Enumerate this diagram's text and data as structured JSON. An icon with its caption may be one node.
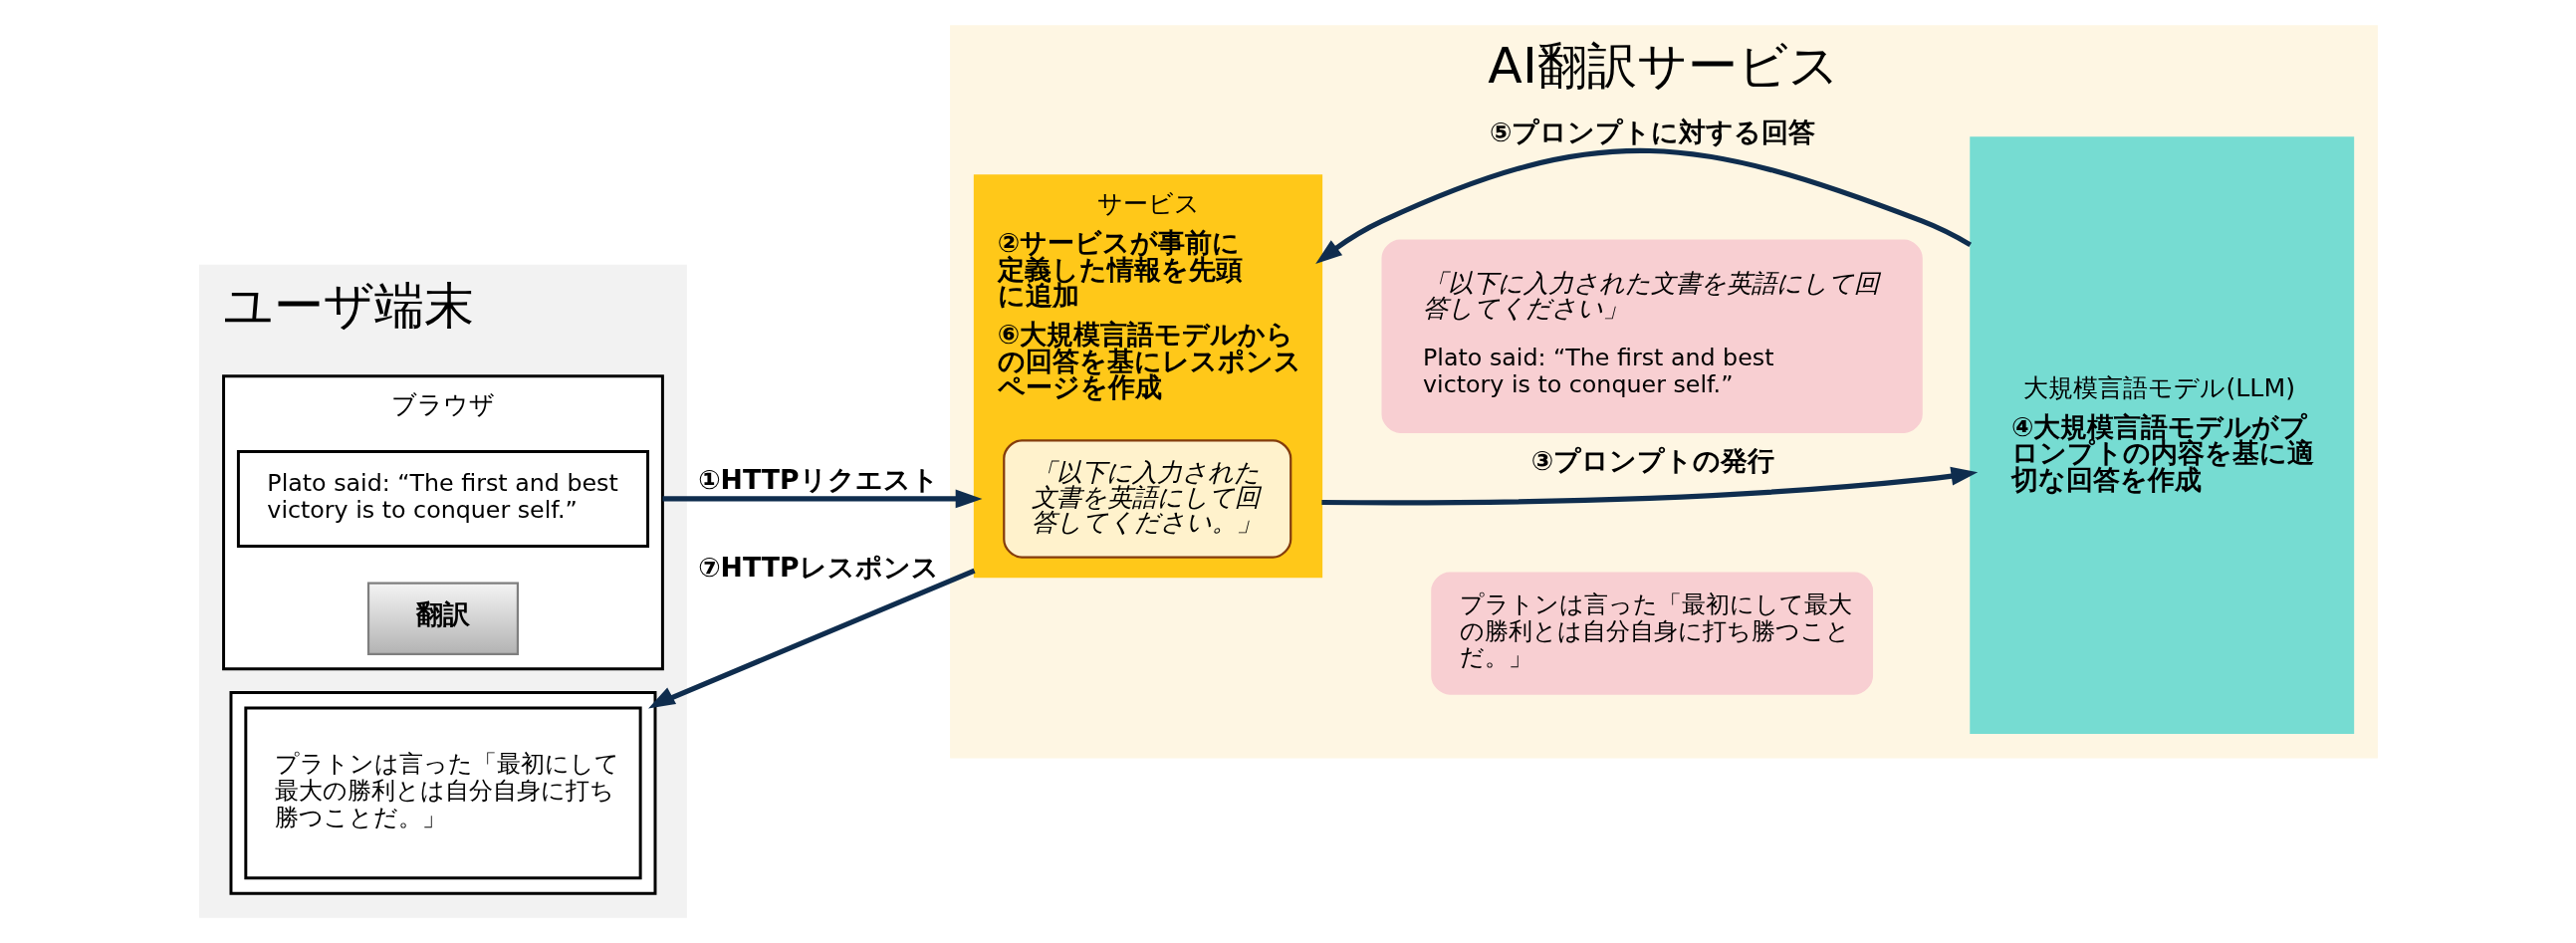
{
  "diagram": {
    "nodes": [
      {
        "text": [
          "ユーザ端末"
        ]
      },
      {
        "text": [
          "ブラウザ"
        ],
        "in": 0
      },
      {
        "text": [
          "Plato said: “The first and best victory is to conquer self.”"
        ],
        "in": 1
      },
      {
        "text": [
          "翻訳"
        ],
        "in": 1
      },
      {
        "text": [],
        "shape": "box",
        "in": 0
      },
      {
        "text": [
          "プラトンは言った「最初にして最大の勝利とは自分自身に打ち勝つことだ。」"
        ],
        "in": 4
      },
      {
        "text": [
          "AI翻訳サービス"
        ]
      },
      {
        "text": [
          "サービス",
          "②サービスが事前に定義した情報を先頭に追加",
          "⑥大規模言語モデルからの回答を基にレスポンスページを作成"
        ],
        "in": 6
      },
      {
        "text": [
          "「以下に入力された文書を英語にして回答してください。」"
        ],
        "in": 7
      },
      {
        "text": [
          "「以下に入力された文書を英語にして回答してください」",
          "Plato said: “The first and best victory is to conquer self.”"
        ],
        "in": 6
      },
      {
        "text": [
          "プラトンは言った「最初にして最大の勝利とは自分自身に打ち勝つことだ。」"
        ],
        "in": 6
      },
      {
        "text": [
          "大規模言語モデル(LLM)",
          "④大規模言語モデルがプロンプトの内容を基に適切な回答を作成"
        ],
        "in": 6
      }
    ],
    "edges": [
      {
        "from": 1,
        "to": 7,
        "arrow": "to",
        "label": "①HTTPリクエスト"
      },
      {
        "from": 7,
        "to": 11,
        "arrow": "to",
        "label": "③プロンプトの発行"
      },
      {
        "from": 11,
        "to": 7,
        "arrow": "to",
        "label": "⑤プロンプトに対する回答"
      },
      {
        "from": 7,
        "to": 4,
        "arrow": "to",
        "label": "⑦HTTPレスポンス"
      }
    ]
  }
}
